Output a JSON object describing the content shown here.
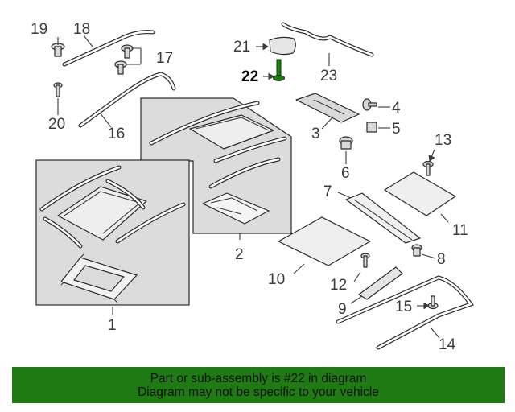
{
  "diagram": {
    "highlighted_part": "22",
    "callouts": {
      "c1": "1",
      "c2": "2",
      "c3": "3",
      "c4": "4",
      "c5": "5",
      "c6": "6",
      "c7": "7",
      "c8": "8",
      "c9": "9",
      "c10": "10",
      "c11": "11",
      "c12": "12",
      "c13": "13",
      "c14": "14",
      "c15": "15",
      "c16": "16",
      "c17": "17",
      "c18": "18",
      "c19": "19",
      "c20": "20",
      "c21": "21",
      "c22": "22",
      "c23": "23"
    },
    "colors": {
      "banner": "#1f7a14",
      "box_fill": "#dcdcdc",
      "line": "#2b2b2b",
      "highlight_part": "#1f7a14"
    }
  },
  "banner": {
    "line1": "Part or sub-assembly is #22 in diagram",
    "line2": "Diagram may not be specific to your vehicle"
  }
}
